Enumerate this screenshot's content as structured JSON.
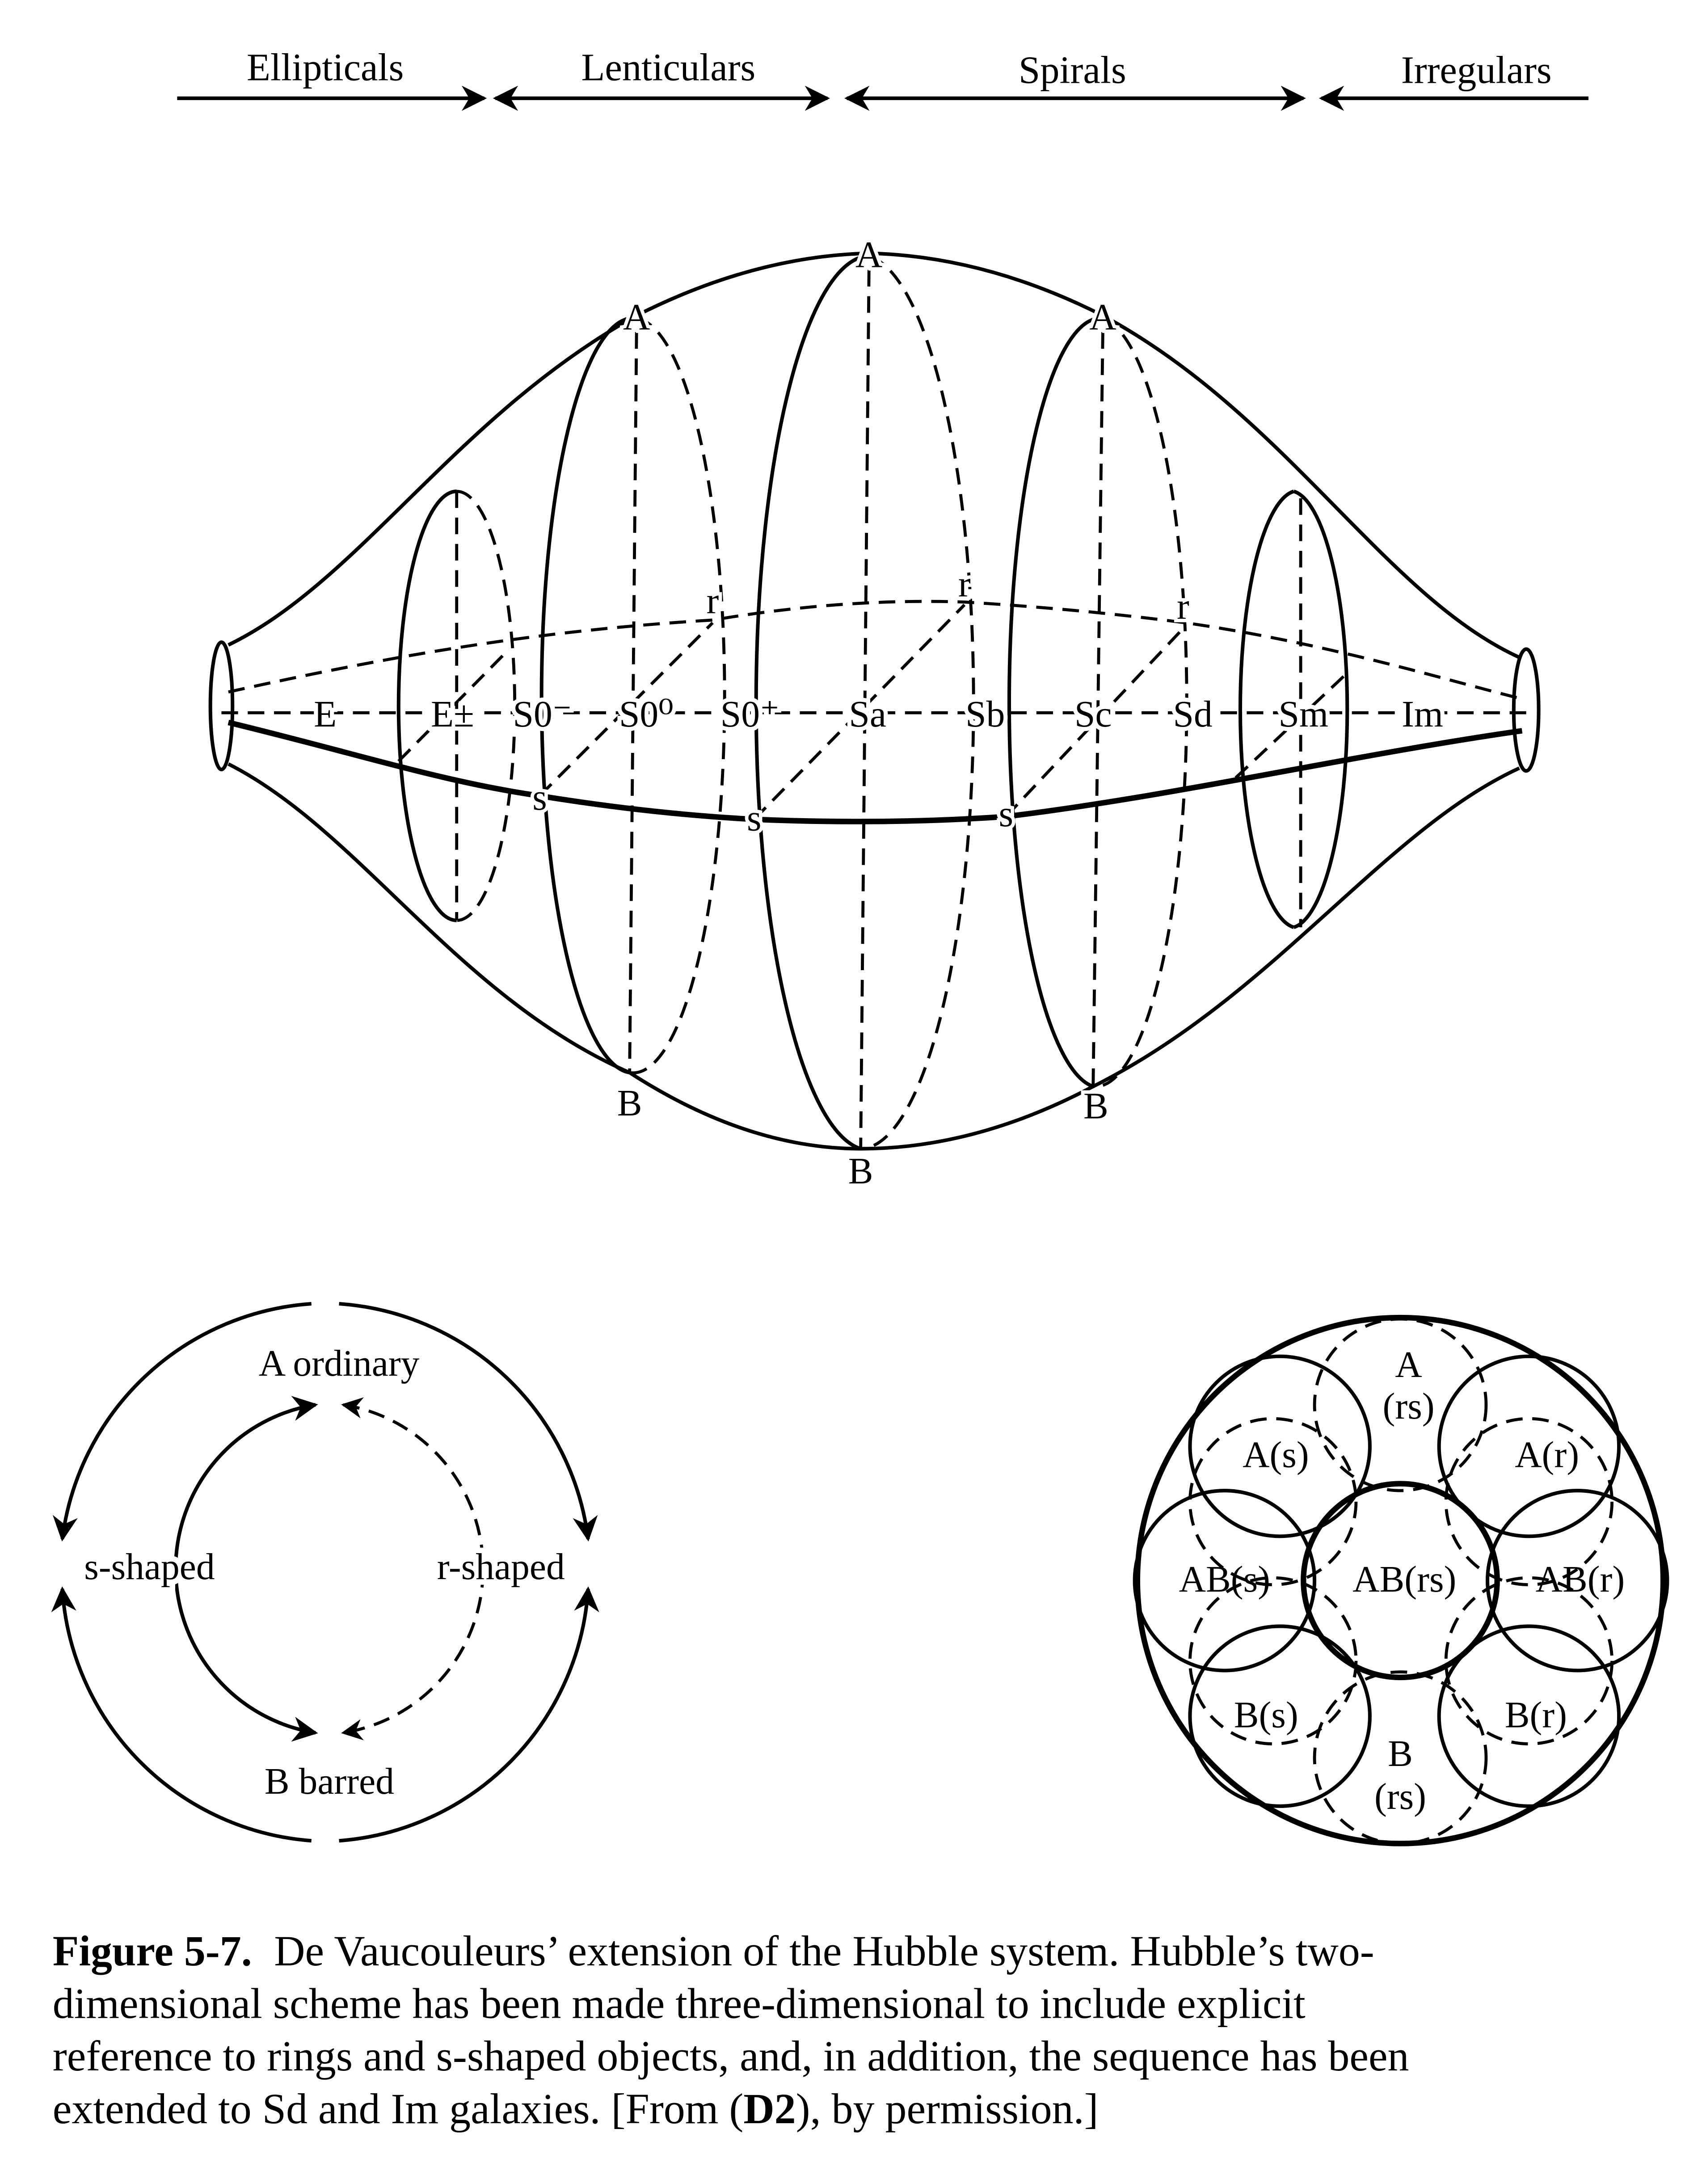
{
  "header": {
    "categories": [
      "Ellipticals",
      "Lenticulars",
      "Spirals",
      "Irregulars"
    ]
  },
  "main_diagram": {
    "sequence": [
      "E",
      "E±",
      "S0⁻",
      "S0⁰",
      "S0⁺",
      "Sa",
      "Sb",
      "Sc",
      "Sd",
      "Sm",
      "Im"
    ],
    "top_label": "A",
    "bottom_label": "B",
    "ring_label": "r",
    "s_label": "s"
  },
  "left_diagram": {
    "top": "A ordinary",
    "bottom": "B  barred",
    "left": "s-shaped",
    "right": "r-shaped"
  },
  "right_diagram": {
    "cells": [
      "A",
      "(rs)",
      "A(s)",
      "A(r)",
      "AB(s)",
      "AB(rs)",
      "AB(r)",
      "B(s)",
      "B",
      "(rs)",
      "B(r)"
    ]
  },
  "caption": {
    "label": "Figure 5-7.",
    "line1": "De Vaucouleurs’ extension of the Hubble system. Hubble’s two-",
    "line2": "dimensional scheme has been made three-dimensional to include explicit",
    "line3": "reference to rings and s-shaped objects, and, in addition, the sequence has been",
    "line4a": "extended to Sd and Im galaxies. [From (",
    "line4b": "D2",
    "line4c": "), by permission.]"
  }
}
